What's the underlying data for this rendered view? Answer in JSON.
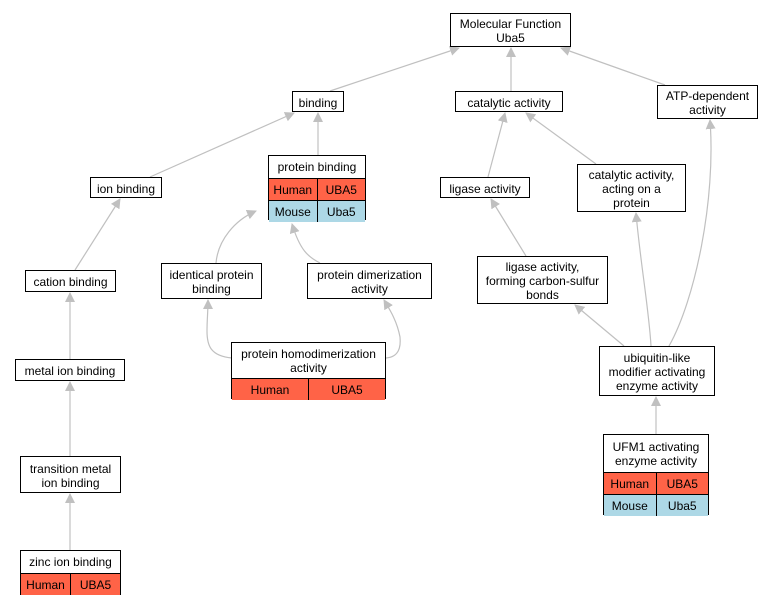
{
  "species": {
    "human": {
      "name": "Human",
      "gene": "UBA5",
      "color": "#ff6347"
    },
    "mouse": {
      "name": "Mouse",
      "gene": "Uba5",
      "color": "#add8e6"
    }
  },
  "nodes": {
    "mf": {
      "label": "Molecular Function\nUba5"
    },
    "binding": {
      "label": "binding"
    },
    "catalytic": {
      "label": "catalytic activity"
    },
    "atp": {
      "label": "ATP-dependent\nactivity"
    },
    "ion": {
      "label": "ion binding"
    },
    "protein": {
      "label": "protein binding",
      "annotations": [
        "human",
        "mouse"
      ]
    },
    "ligase": {
      "label": "ligase activity"
    },
    "catprot": {
      "label": "catalytic activity,\nacting on a\nprotein"
    },
    "cation": {
      "label": "cation binding"
    },
    "identical": {
      "label": "identical protein\nbinding"
    },
    "dimer": {
      "label": "protein dimerization\nactivity"
    },
    "cs": {
      "label": "ligase activity,\nforming carbon-sulfur\nbonds"
    },
    "homodimer": {
      "label": "protein homodimerization\nactivity",
      "annotations": [
        "human"
      ]
    },
    "ubl": {
      "label": "ubiquitin-like\nmodifier activating\nenzyme activity"
    },
    "metal": {
      "label": "metal ion binding"
    },
    "ufm1": {
      "label": "UFM1 activating\nenzyme activity",
      "annotations": [
        "human",
        "mouse"
      ]
    },
    "transition": {
      "label": "transition metal\nion binding"
    },
    "zinc": {
      "label": "zinc ion binding",
      "annotations": [
        "human"
      ]
    }
  },
  "edges": [
    {
      "from": "binding",
      "to": "mf"
    },
    {
      "from": "catalytic",
      "to": "mf"
    },
    {
      "from": "atp",
      "to": "mf"
    },
    {
      "from": "ion",
      "to": "binding"
    },
    {
      "from": "protein",
      "to": "binding"
    },
    {
      "from": "ligase",
      "to": "catalytic"
    },
    {
      "from": "catprot",
      "to": "catalytic"
    },
    {
      "from": "cation",
      "to": "ion"
    },
    {
      "from": "identical",
      "to": "protein"
    },
    {
      "from": "dimer",
      "to": "protein"
    },
    {
      "from": "cs",
      "to": "ligase"
    },
    {
      "from": "homodimer",
      "to": "identical"
    },
    {
      "from": "homodimer",
      "to": "dimer"
    },
    {
      "from": "ubl",
      "to": "cs"
    },
    {
      "from": "ubl",
      "to": "catprot"
    },
    {
      "from": "ubl",
      "to": "atp"
    },
    {
      "from": "metal",
      "to": "cation"
    },
    {
      "from": "ufm1",
      "to": "ubl"
    },
    {
      "from": "transition",
      "to": "metal"
    },
    {
      "from": "zinc",
      "to": "transition"
    }
  ]
}
